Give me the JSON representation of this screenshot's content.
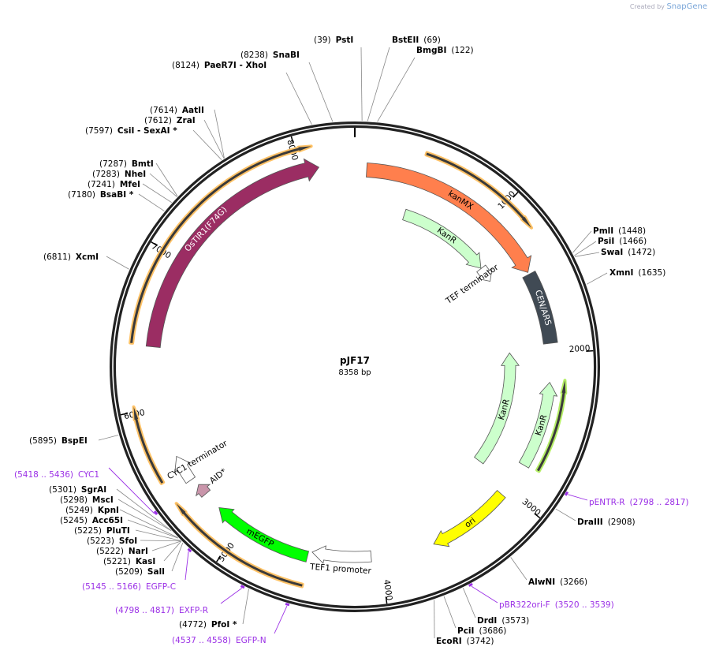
{
  "credit": {
    "prefix": "Created by",
    "brand": "SnapGene"
  },
  "plasmid": {
    "name": "pJF17",
    "length_label": "8358 bp",
    "length": 8358
  },
  "ticks": [
    "1000",
    "2000",
    "3000",
    "4000",
    "5000",
    "6000",
    "7000",
    "8000"
  ],
  "features": [
    {
      "name": "",
      "start": 432,
      "end": 1203,
      "dir": "cw",
      "color": "#3a3a3a",
      "outline": "#ffc266",
      "thin": true
    },
    {
      "name": "",
      "start": 6410,
      "end": 8098,
      "dir": "cw",
      "color": "#3a3a3a",
      "outline": "#ffc266",
      "thin": true
    },
    {
      "name": "",
      "start": 5547,
      "end": 6030,
      "dir": "cw",
      "color": "#3a3a3a",
      "outline": "#ffc266",
      "thin": true
    },
    {
      "name": "",
      "start": 4493,
      "end": 5400,
      "dir": "cw",
      "color": "#3a3a3a",
      "outline": "#ffc266",
      "thin": true
    },
    {
      "name": "",
      "start": 2175,
      "end": 2775,
      "dir": "ccw",
      "color": "#3a3a3a",
      "outline": "#b5ee66",
      "thin": true
    },
    {
      "name": "OsTIR1(F74G)",
      "start": 6400,
      "end": 8121,
      "dir": "cw",
      "color": "#9b2d63",
      "text": "#ffffff"
    },
    {
      "name": "kanMX",
      "start": 80,
      "end": 1426,
      "dir": "cw",
      "color": "#ff7f4d",
      "text": "#000000"
    },
    {
      "name": "CEN/ARS",
      "start": 1440,
      "end": 1930,
      "dir": "none",
      "color": "#404a54",
      "text": "#ffffff"
    },
    {
      "name": "KanR",
      "start": 418,
      "end": 1207,
      "dir": "cw",
      "color": "#ccffcc",
      "text": "#000000"
    },
    {
      "name": "TEF terminator",
      "start": 1210,
      "end": 1340,
      "dir": "cw",
      "color": "#ffffff",
      "text": "#000000",
      "outside_label": true
    },
    {
      "name": "KanR",
      "start": 1970,
      "end": 2950,
      "dir": "ccw",
      "color": "#ccffcc",
      "text": "#000000"
    },
    {
      "name": "KanR",
      "start": 2195,
      "end": 2790,
      "dir": "ccw",
      "color": "#ccffcc",
      "text": "#000000"
    },
    {
      "name": "ori",
      "start": 3040,
      "end": 3622,
      "dir": "cw",
      "color": "#ffff00",
      "text": "#000000"
    },
    {
      "name": "TEF1 promoter",
      "start": 4065,
      "end": 4480,
      "dir": "cw",
      "color": "#ffffff",
      "text": "#000000",
      "outside_label": true
    },
    {
      "name": "mEGFP",
      "start": 4505,
      "end": 5200,
      "dir": "cw",
      "color": "#00ff00",
      "text": "#000000"
    },
    {
      "name": "AID*",
      "start": 5330,
      "end": 5410,
      "dir": "cw",
      "color": "#c995aa",
      "text": "#000000",
      "outside_label": true
    },
    {
      "name": "CYC1 terminator",
      "start": 5465,
      "end": 5650,
      "dir": "cw",
      "color": "#ffffff",
      "text": "#000000",
      "outside_label": true
    }
  ],
  "sites": [
    {
      "pos": "(39)",
      "name": "PstI",
      "bp": 39
    },
    {
      "pos": "(69)",
      "name": "BstEII",
      "bp": 69
    },
    {
      "pos": "(122)",
      "name": "BmgBI",
      "bp": 122
    },
    {
      "pos": "(8238)",
      "name": "SnaBI",
      "bp": 8238
    },
    {
      "pos": "(8124)",
      "name": "PaeR7I  - XhoI",
      "bp": 8124
    },
    {
      "pos": "(7614)",
      "name": "AatII",
      "bp": 7614
    },
    {
      "pos": "(7612)",
      "name": "ZraI",
      "bp": 7612
    },
    {
      "pos": "(7597)",
      "name": "CsiI  - SexAI *",
      "bp": 7597
    },
    {
      "pos": "(7287)",
      "name": "BmtI",
      "bp": 7287
    },
    {
      "pos": "(7283)",
      "name": "NheI",
      "bp": 7283
    },
    {
      "pos": "(7241)",
      "name": "MfeI",
      "bp": 7241
    },
    {
      "pos": "(7180)",
      "name": "BsaBI *",
      "bp": 7180
    },
    {
      "pos": "(6811)",
      "name": "XcmI",
      "bp": 6811
    },
    {
      "pos": "(5895)",
      "name": "BspEI",
      "bp": 5895
    },
    {
      "pos": "(5301)",
      "name": "SgrAI",
      "bp": 5301
    },
    {
      "pos": "(5298)",
      "name": "MscI",
      "bp": 5298
    },
    {
      "pos": "(5249)",
      "name": "KpnI",
      "bp": 5249
    },
    {
      "pos": "(5245)",
      "name": "Acc65I",
      "bp": 5245
    },
    {
      "pos": "(5225)",
      "name": "PluTI",
      "bp": 5225
    },
    {
      "pos": "(5223)",
      "name": "SfoI",
      "bp": 5223
    },
    {
      "pos": "(5222)",
      "name": "NarI",
      "bp": 5222
    },
    {
      "pos": "(5221)",
      "name": "KasI",
      "bp": 5221
    },
    {
      "pos": "(5209)",
      "name": "SalI",
      "bp": 5209
    },
    {
      "pos": "(4772)",
      "name": "PfoI *",
      "bp": 4772
    },
    {
      "pos": "(1448)",
      "name": "PmlI",
      "bp": 1448
    },
    {
      "pos": "(1466)",
      "name": "PsiI",
      "bp": 1466
    },
    {
      "pos": "(1472)",
      "name": "SwaI",
      "bp": 1472
    },
    {
      "pos": "(1635)",
      "name": "XmnI",
      "bp": 1635
    },
    {
      "pos": "(2908)",
      "name": "DraIII",
      "bp": 2908
    },
    {
      "pos": "(3266)",
      "name": "AlwNI",
      "bp": 3266
    },
    {
      "pos": "(3573)",
      "name": "DrdI",
      "bp": 3573
    },
    {
      "pos": "(3686)",
      "name": "PciI",
      "bp": 3686
    },
    {
      "pos": "(3742)",
      "name": "EcoRI",
      "bp": 3742
    }
  ],
  "primers": [
    {
      "range": "(5418 .. 5436)",
      "name": "CYC1",
      "bp": 5427
    },
    {
      "range": "(5145 .. 5166)",
      "name": "EGFP-C",
      "bp": 5155
    },
    {
      "range": "(4798 .. 4817)",
      "name": "EXFP-R",
      "bp": 4807
    },
    {
      "range": "(4537 .. 4558)",
      "name": "EGFP-N",
      "bp": 4547
    },
    {
      "range": "(2798 .. 2817)",
      "name": "pENTR-R",
      "bp": 2807
    },
    {
      "range": "(3520 .. 3539)",
      "name": "pBR322ori-F",
      "bp": 3529
    }
  ],
  "colors": {
    "primer": "#9b30e6",
    "backbone": "#222222"
  }
}
